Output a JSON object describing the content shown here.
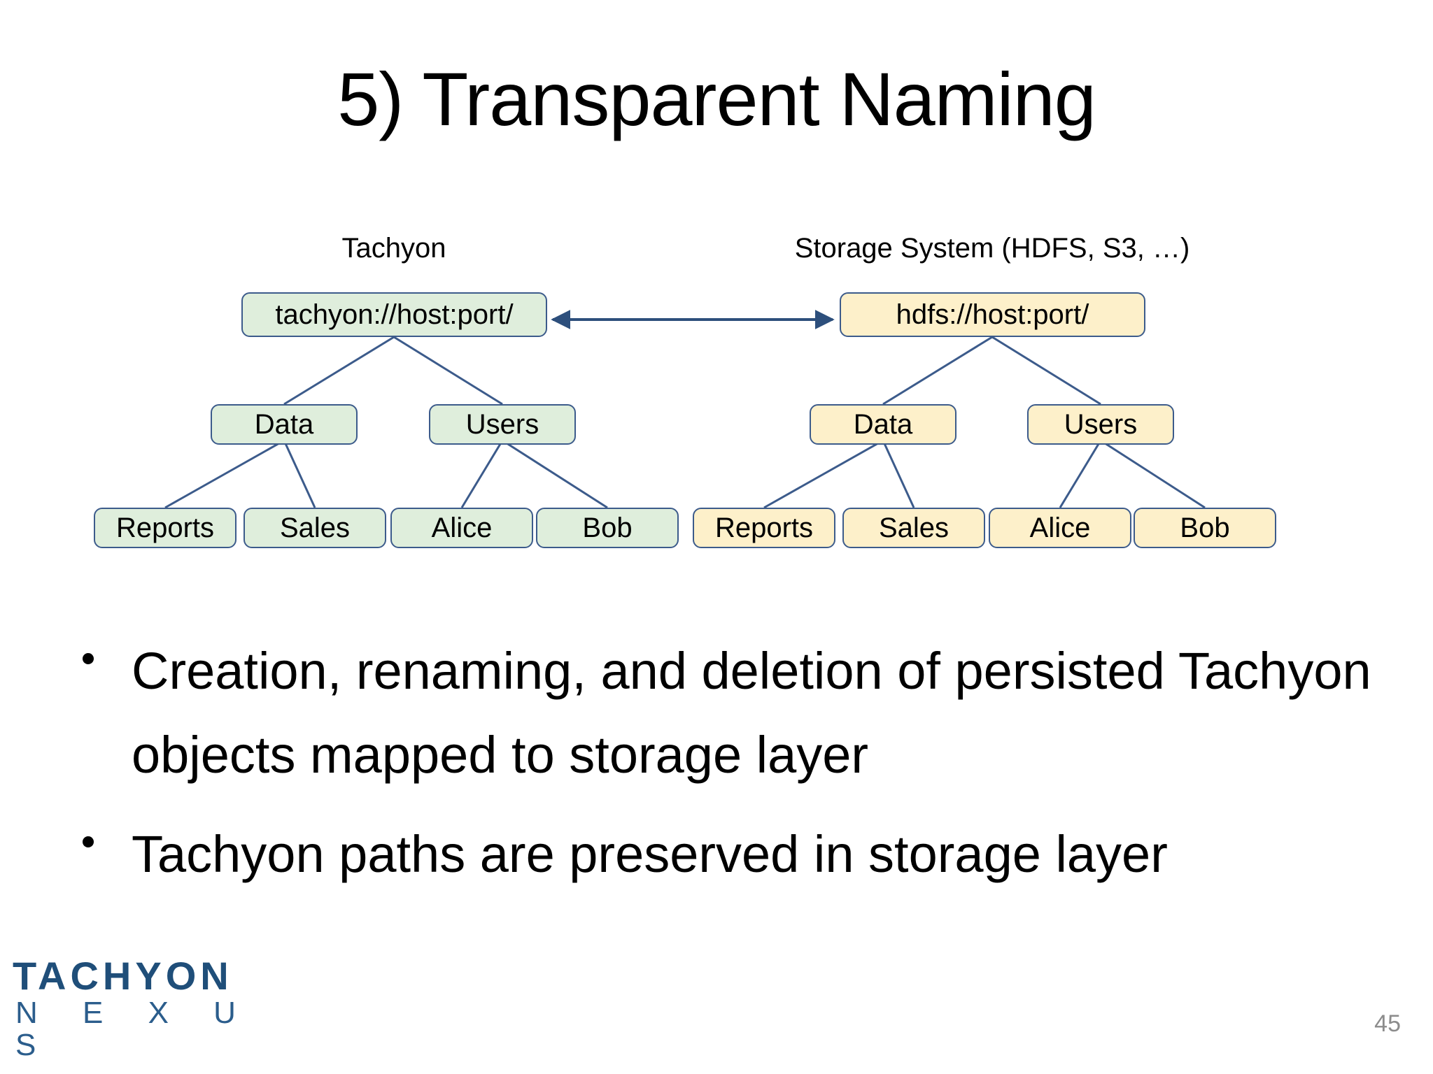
{
  "slide": {
    "title": "5) Transparent Naming",
    "page_number": "45"
  },
  "diagram": {
    "left_tree": {
      "caption": "Tachyon",
      "color_name": "green",
      "fill": "#dfeedc",
      "border": "#3c5b8b",
      "root": "tachyon://host:port/",
      "branches": [
        {
          "label": "Data",
          "children": [
            "Reports",
            "Sales"
          ]
        },
        {
          "label": "Users",
          "children": [
            "Alice",
            "Bob"
          ]
        }
      ]
    },
    "right_tree": {
      "caption": "Storage System (HDFS, S3, …)",
      "color_name": "yellow",
      "fill": "#fdf0ca",
      "border": "#3c5b8b",
      "root": "hdfs://host:port/",
      "branches": [
        {
          "label": "Data",
          "children": [
            "Reports",
            "Sales"
          ]
        },
        {
          "label": "Users",
          "children": [
            "Alice",
            "Bob"
          ]
        }
      ]
    },
    "link": {
      "name": "bidirectional-mapping-arrow",
      "color": "#2d4f7c",
      "heads": "both"
    }
  },
  "bullets": [
    "Creation, renaming, and deletion of persisted Tachyon objects mapped to storage layer",
    "Tachyon paths are preserved in storage layer"
  ],
  "logo": {
    "top": "TACHYON",
    "bottom": "N E X U S",
    "top_color": "#1f4e79",
    "bottom_color": "#2b5d8c"
  }
}
